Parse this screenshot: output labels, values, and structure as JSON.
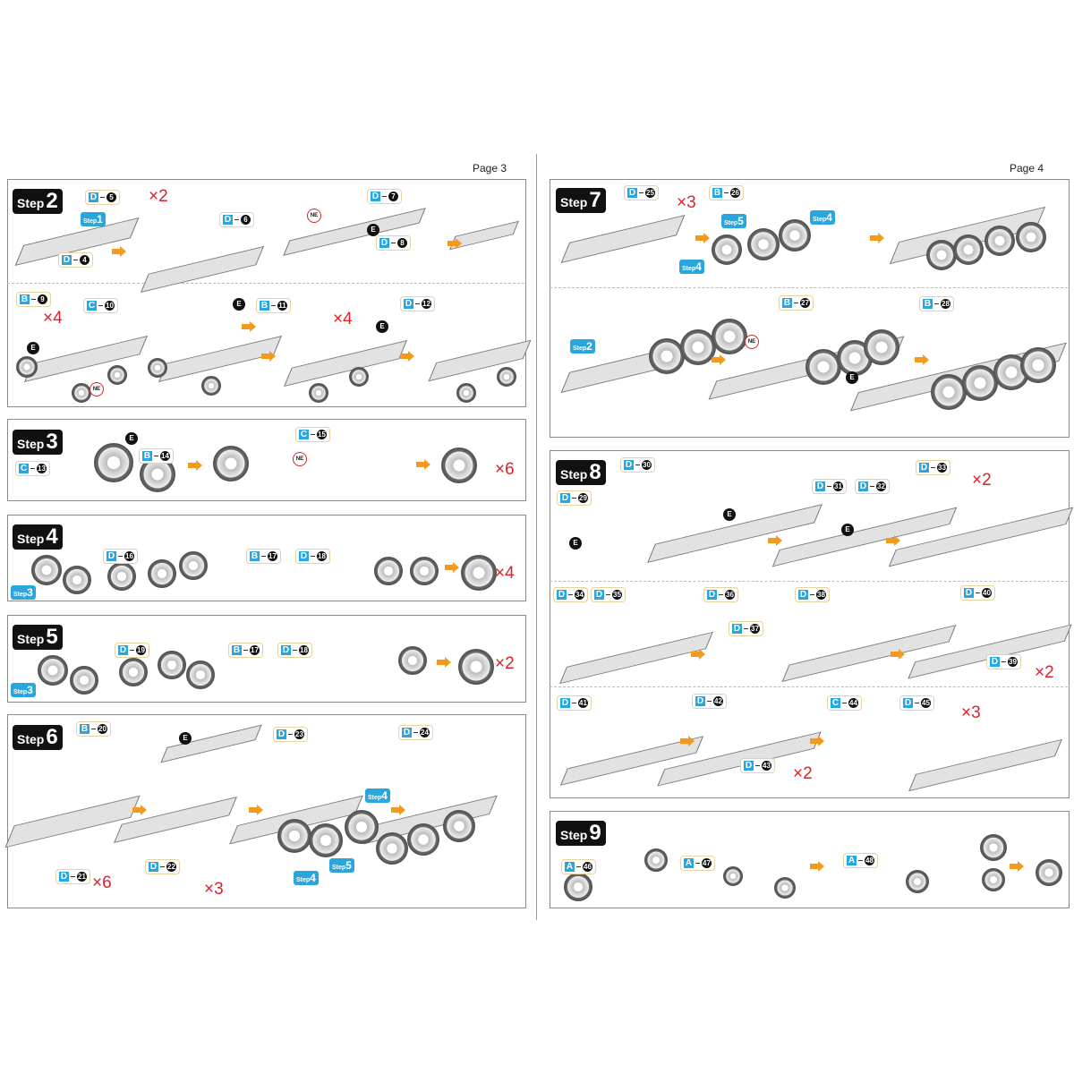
{
  "pages": [
    {
      "label": "Page 3"
    },
    {
      "label": "Page 4"
    }
  ],
  "step_word": "Step",
  "e_badge": "E",
  "ne_badge": "NE",
  "colors": {
    "sheet_tag": "#2aa6de",
    "arrow": "#f39a1e",
    "multiplier": "#d8232a",
    "step_label": "#111111"
  },
  "steps": [
    {
      "number": "2",
      "parts": [
        [
          "D",
          "5"
        ],
        [
          "D",
          "4"
        ],
        [
          "D",
          "6"
        ],
        [
          "D",
          "7"
        ],
        [
          "D",
          "8"
        ],
        [
          "B",
          "9"
        ],
        [
          "C",
          "10"
        ],
        [
          "B",
          "11"
        ],
        [
          "D",
          "12"
        ]
      ],
      "multipliers": [
        "×2",
        "×4",
        "×4"
      ],
      "step_refs": [
        "1"
      ]
    },
    {
      "number": "3",
      "parts": [
        [
          "C",
          "13"
        ],
        [
          "B",
          "14"
        ],
        [
          "C",
          "15"
        ]
      ],
      "multipliers": [
        "×6"
      ],
      "step_refs": []
    },
    {
      "number": "4",
      "parts": [
        [
          "D",
          "16"
        ],
        [
          "B",
          "17"
        ],
        [
          "D",
          "18"
        ]
      ],
      "multipliers": [
        "×4"
      ],
      "step_refs": [
        "3"
      ]
    },
    {
      "number": "5",
      "parts": [
        [
          "D",
          "19"
        ],
        [
          "B",
          "17"
        ],
        [
          "D",
          "18"
        ]
      ],
      "multipliers": [
        "×2"
      ],
      "step_refs": [
        "3"
      ]
    },
    {
      "number": "6",
      "parts": [
        [
          "B",
          "20"
        ],
        [
          "D",
          "23"
        ],
        [
          "D",
          "24"
        ],
        [
          "D",
          "21"
        ],
        [
          "D",
          "22"
        ]
      ],
      "multipliers": [
        "×6",
        "×3"
      ],
      "step_refs": [
        "4",
        "4",
        "5"
      ]
    },
    {
      "number": "7",
      "parts": [
        [
          "D",
          "25"
        ],
        [
          "B",
          "26"
        ],
        [
          "B",
          "27"
        ],
        [
          "B",
          "28"
        ]
      ],
      "multipliers": [
        "×3"
      ],
      "step_refs": [
        "5",
        "4",
        "4",
        "2"
      ]
    },
    {
      "number": "8",
      "parts": [
        [
          "D",
          "30"
        ],
        [
          "D",
          "29"
        ],
        [
          "D",
          "31"
        ],
        [
          "D",
          "32"
        ],
        [
          "D",
          "33"
        ],
        [
          "D",
          "34"
        ],
        [
          "D",
          "35"
        ],
        [
          "D",
          "36"
        ],
        [
          "D",
          "38"
        ],
        [
          "D",
          "37"
        ],
        [
          "D",
          "40"
        ],
        [
          "D",
          "39"
        ],
        [
          "D",
          "41"
        ],
        [
          "D",
          "42"
        ],
        [
          "D",
          "43"
        ],
        [
          "C",
          "44"
        ],
        [
          "D",
          "45"
        ]
      ],
      "multipliers": [
        "×2",
        "×2",
        "×3",
        "×2"
      ],
      "step_refs": []
    },
    {
      "number": "9",
      "parts": [
        [
          "A",
          "46"
        ],
        [
          "A",
          "47"
        ],
        [
          "A",
          "48"
        ]
      ],
      "multipliers": [],
      "step_refs": []
    }
  ]
}
